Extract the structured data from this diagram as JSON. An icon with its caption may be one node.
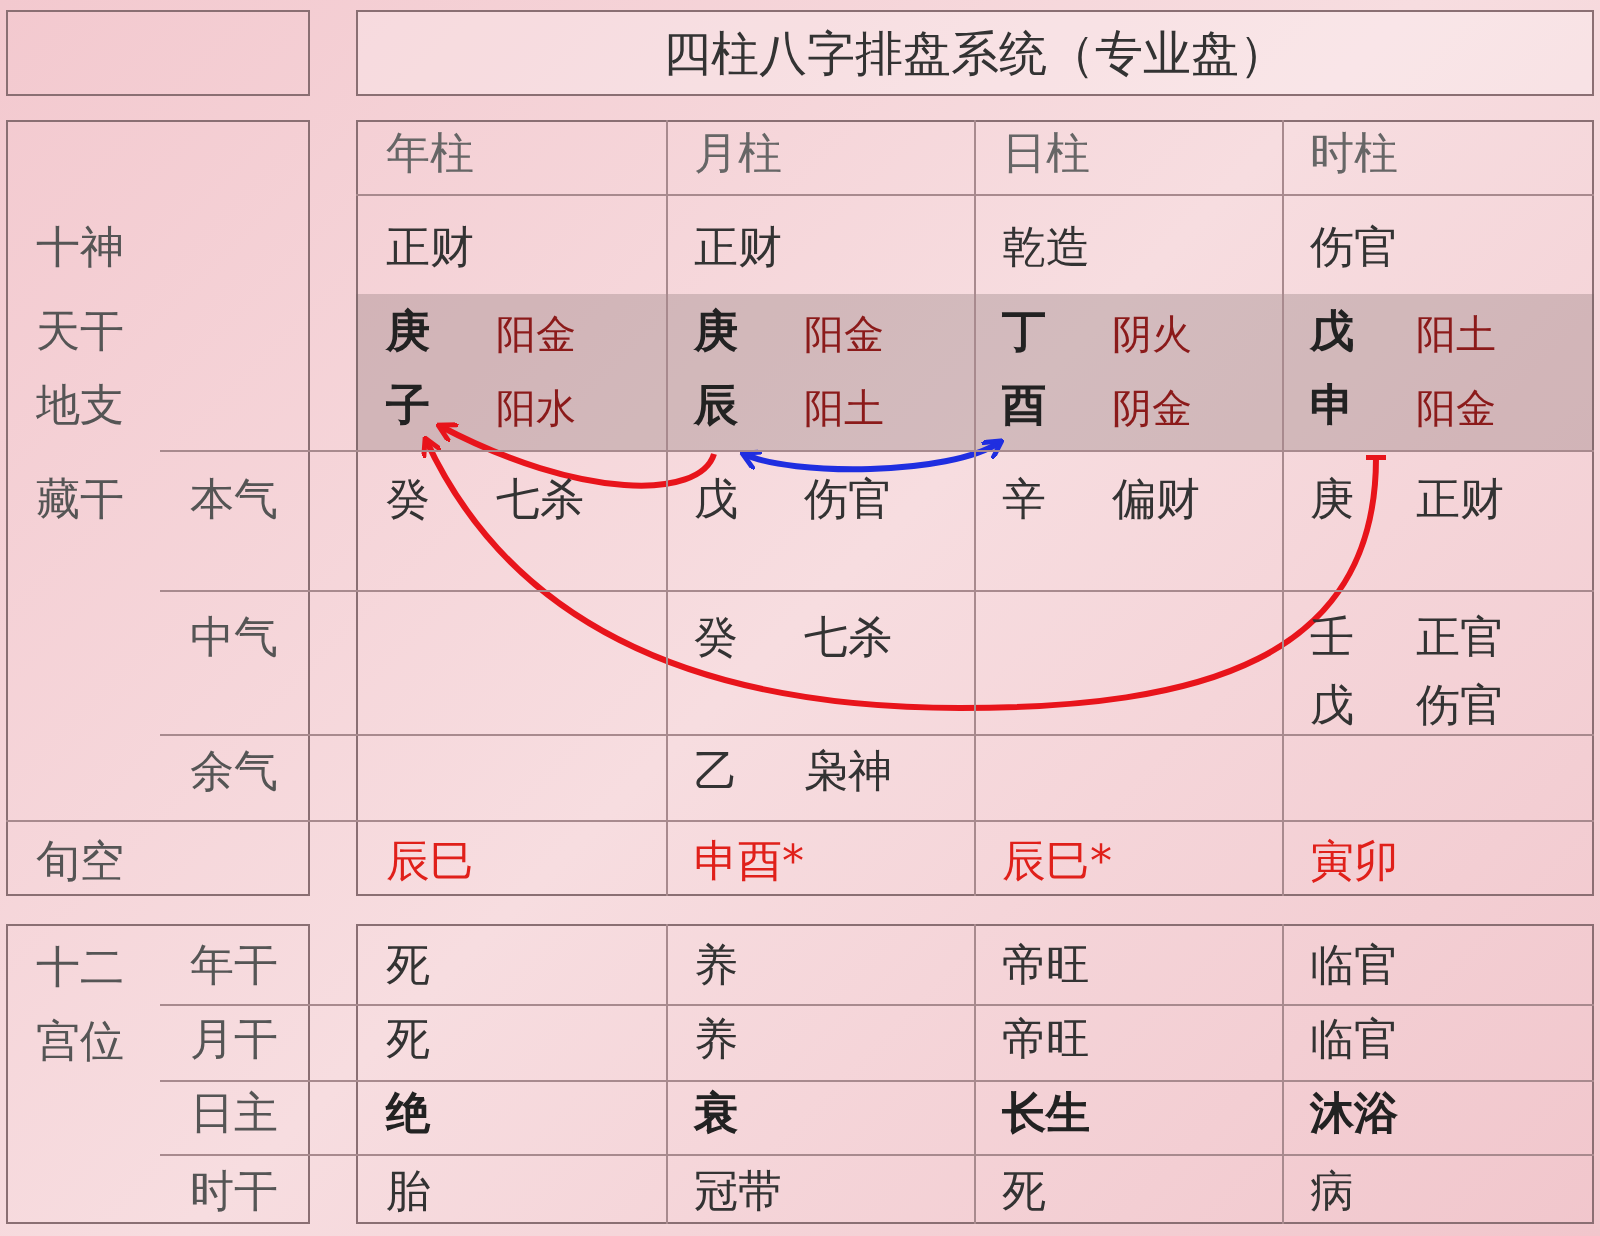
{
  "diagram": {
    "title": "四柱八字排盘系统（专业盘）",
    "nodes": [
      {
        "text": [
          "子"
        ]
      },
      {
        "text": [
          "辰"
        ]
      },
      {
        "text": [
          "酉"
        ]
      },
      {
        "text": [
          "申"
        ]
      }
    ],
    "edges": [
      {
        "from": 1,
        "to": 0,
        "arrow": "to"
      },
      {
        "from": 3,
        "to": 0,
        "arrow": "to"
      },
      {
        "from": 1,
        "to": 2,
        "arrow": "both",
        "color": "#1f2ee0"
      }
    ],
    "labels": [
      "年柱",
      "月柱",
      "日柱",
      "时柱",
      "十神",
      "正财",
      "正财",
      "乾造",
      "伤官",
      "天干",
      "庚",
      "阳金",
      "庚",
      "阳金",
      "丁",
      "阴火",
      "戊",
      "阳土",
      "地支",
      "阳水",
      "阳土",
      "阴金",
      "阳金",
      "藏干",
      "本气",
      "癸",
      "七杀",
      "戊",
      "伤官",
      "辛",
      "偏财",
      "庚",
      "正财",
      "中气",
      "癸",
      "七杀",
      "壬",
      "正官",
      "戊",
      "伤官",
      "余气",
      "乙",
      "枭神",
      "旬空",
      "辰巳",
      "申酉*",
      "辰巳*",
      "寅卯",
      "十二宫位",
      "年干",
      "死",
      "养",
      "帝旺",
      "临官",
      "月干",
      "死",
      "养",
      "帝旺",
      "临官",
      "日主",
      "绝",
      "衰",
      "长生",
      "沐浴",
      "时干",
      "胎",
      "冠带",
      "死",
      "病"
    ]
  }
}
